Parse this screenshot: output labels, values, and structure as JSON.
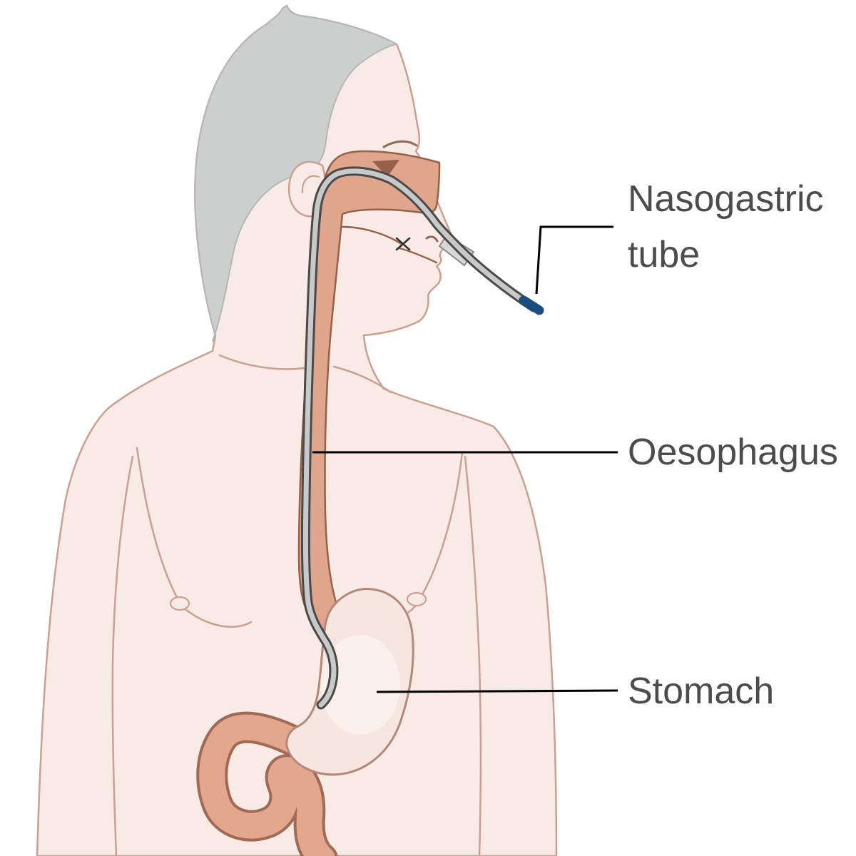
{
  "diagram": {
    "labels": {
      "nasogastric_tube": {
        "line1": "Nasogastric",
        "line2": "tube"
      },
      "oesophagus": "Oesophagus",
      "stomach": "Stomach"
    },
    "colors": {
      "skin": "#f8ebe6",
      "body_outline": "#c9a091",
      "hair": "#cccfce",
      "hair_outline": "#b4b7b6",
      "face_line": "#8a6a5a",
      "tract": "#dfa58d",
      "tract_outline": "#96604b",
      "stomach_fill": "#f7e6df",
      "stomach_outline": "#b2887a",
      "stomach_highlight": "#fdf3ee",
      "intestine": "#e3a78f",
      "intestine_outline": "#a06a55",
      "tube_body": "#c9c9c9",
      "tube_outline": "#4a4a4a",
      "tube_tip": "#1b4e7e",
      "connector": "#d8d8d8",
      "leader": "#000000",
      "label_text": "#4c4c4c"
    }
  }
}
